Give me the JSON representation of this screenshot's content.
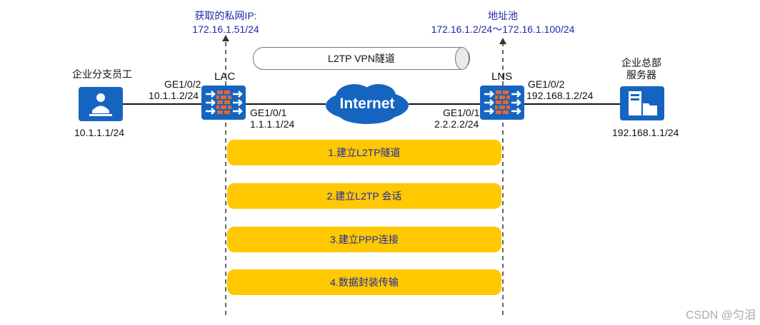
{
  "left_endpoint": {
    "title": "企业分支员工",
    "ip": "10.1.1.1/24"
  },
  "lac": {
    "name": "LAC",
    "private_ip_label": "获取的私网IP:",
    "private_ip": "172.16.1.51/24",
    "port_left": "GE1/0/2",
    "port_left_ip": "10.1.1.2/24",
    "port_right": "GE1/0/1",
    "port_right_ip": "1.1.1.1/24"
  },
  "tunnel_label": "L2TP VPN隧道",
  "internet_label": "Internet",
  "lns": {
    "name": "LNS",
    "pool_label": "地址池",
    "pool_range": "172.16.1.2/24～172.16.1.100/24",
    "port_left": "GE1/0/1",
    "port_left_ip": "2.2.2.2/24",
    "port_right": "GE1/0/2",
    "port_right_ip": "192.168.1.2/24"
  },
  "right_endpoint": {
    "title_line1": "企业总部",
    "title_line2": "服务器",
    "ip": "192.168.1.1/24"
  },
  "steps": [
    "1.建立L2TP隧道",
    "2.建立L2TP 会话",
    "3.建立PPP连接",
    "4.数据封装传输"
  ],
  "watermark": "CSDN @匀泪",
  "colors": {
    "device_blue": "#1565c0",
    "step_yellow": "#ffc800",
    "label_blue": "#1f2aa6",
    "firewall_orange": "#e8652a"
  }
}
